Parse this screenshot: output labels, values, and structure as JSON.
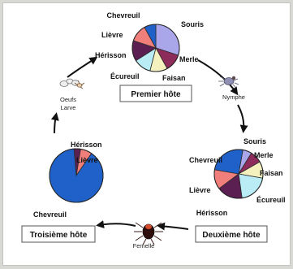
{
  "hosts": {
    "first": "Premier hôte",
    "second": "Deuxième hôte",
    "third": "Troisième hôte"
  },
  "stages": {
    "nymph": "Nymphe",
    "female": "Femelle",
    "eggs": "Oeufs",
    "larva": "Larve"
  },
  "pie1": {
    "labels": [
      "Souris",
      "Merle",
      "Faisan",
      "Écureuil",
      "Hérisson",
      "Lièvre",
      "Chevreuil"
    ],
    "slices": [
      {
        "name": "Souris",
        "value": 0.3,
        "color": "#a9a6ea"
      },
      {
        "name": "Merle",
        "value": 0.12,
        "color": "#8d2b5a"
      },
      {
        "name": "Faisan",
        "value": 0.12,
        "color": "#f4f1bf"
      },
      {
        "name": "Écureuil",
        "value": 0.12,
        "color": "#b9ecf5"
      },
      {
        "name": "Hérisson",
        "value": 0.14,
        "color": "#5b1f52"
      },
      {
        "name": "Lièvre",
        "value": 0.12,
        "color": "#f07f7b"
      },
      {
        "name": "Chevreuil",
        "value": 0.08,
        "color": "#1f61c8"
      }
    ]
  },
  "pie2": {
    "labels": [
      "Souris",
      "Merle",
      "Faisan",
      "Écureuil",
      "Hérisson",
      "Lièvre",
      "Chevreuil"
    ],
    "slices": [
      {
        "name": "Souris",
        "value": 0.06,
        "color": "#a9a6ea"
      },
      {
        "name": "Merle",
        "value": 0.08,
        "color": "#8d2b5a"
      },
      {
        "name": "Faisan",
        "value": 0.11,
        "color": "#f4f1bf"
      },
      {
        "name": "Écureuil",
        "value": 0.2,
        "color": "#b9ecf5"
      },
      {
        "name": "Hérisson",
        "value": 0.17,
        "color": "#5b1f52"
      },
      {
        "name": "Lièvre",
        "value": 0.13,
        "color": "#f07f7b"
      },
      {
        "name": "Chevreuil",
        "value": 0.25,
        "color": "#1f61c8"
      }
    ]
  },
  "pie3": {
    "labels": [
      "Hérisson",
      "Lièvre",
      "Chevreuil"
    ],
    "slices": [
      {
        "name": "Hérisson",
        "value": 0.04,
        "color": "#5b1f52"
      },
      {
        "name": "Lièvre",
        "value": 0.07,
        "color": "#f07f7b"
      },
      {
        "name": "Chevreuil",
        "value": 0.89,
        "color": "#1f61c8"
      }
    ]
  }
}
